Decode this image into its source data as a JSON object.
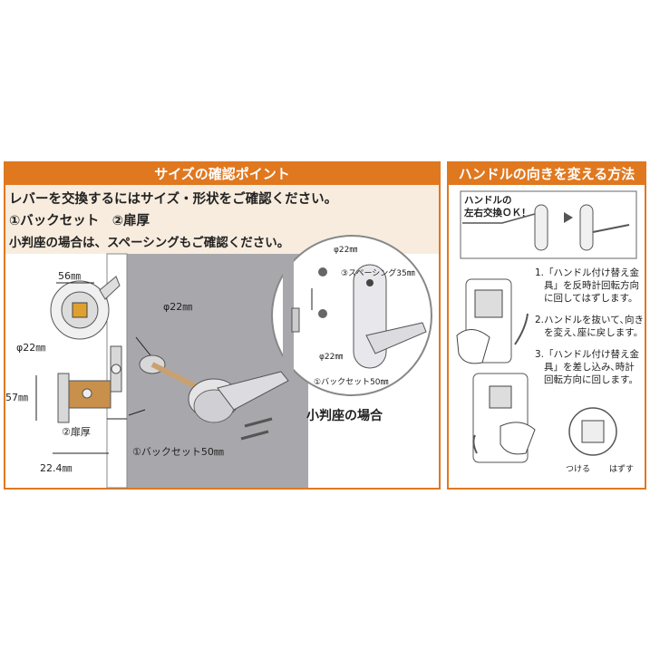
{
  "left": {
    "header": "サイズの確認ポイント",
    "line1": "レバーを交換するにはサイズ・形状をご確認ください。",
    "line2": "①バックセット　②扉厚",
    "line3": "小判座の場合は、スペーシングもご確認ください。",
    "labels": {
      "dim_56": "56㎜",
      "dim_phi22_left": "φ22㎜",
      "dim_57": "57㎜",
      "door_thickness": "②扉厚",
      "dim_224": "22.4㎜",
      "dim_phi22_center": "φ22㎜",
      "backset": "①バックセット50㎜"
    },
    "inset": {
      "phi22_top": "φ22㎜",
      "spacing": "③スペーシング35㎜",
      "phi22_bottom": "φ22㎜",
      "backset": "①バックセット50㎜",
      "caption": "小判座の場合"
    }
  },
  "right": {
    "header": "ハンドルの向きを変える方法",
    "callout_line1": "ハンドルの",
    "callout_line2": "左右交換ＯＫ！",
    "step1_line1": "1.「ハンドル付け替え金",
    "step1_line2": "具」を反時計回転方向",
    "step1_line3": "に回してはずします。",
    "step2_line1": "2.ハンドルを抜いて､向き",
    "step2_line2": "を変え､座に戻します。",
    "step3_line1": "3.「ハンドル付け替え金",
    "step3_line2": "具」を差し込み､時計",
    "step3_line3": "回転方向に回します。",
    "attach": "つける",
    "detach": "はずす"
  },
  "colors": {
    "accent": "#e07820",
    "panel_bg": "#f8ecde",
    "door_gray": "#a8a8ac"
  }
}
